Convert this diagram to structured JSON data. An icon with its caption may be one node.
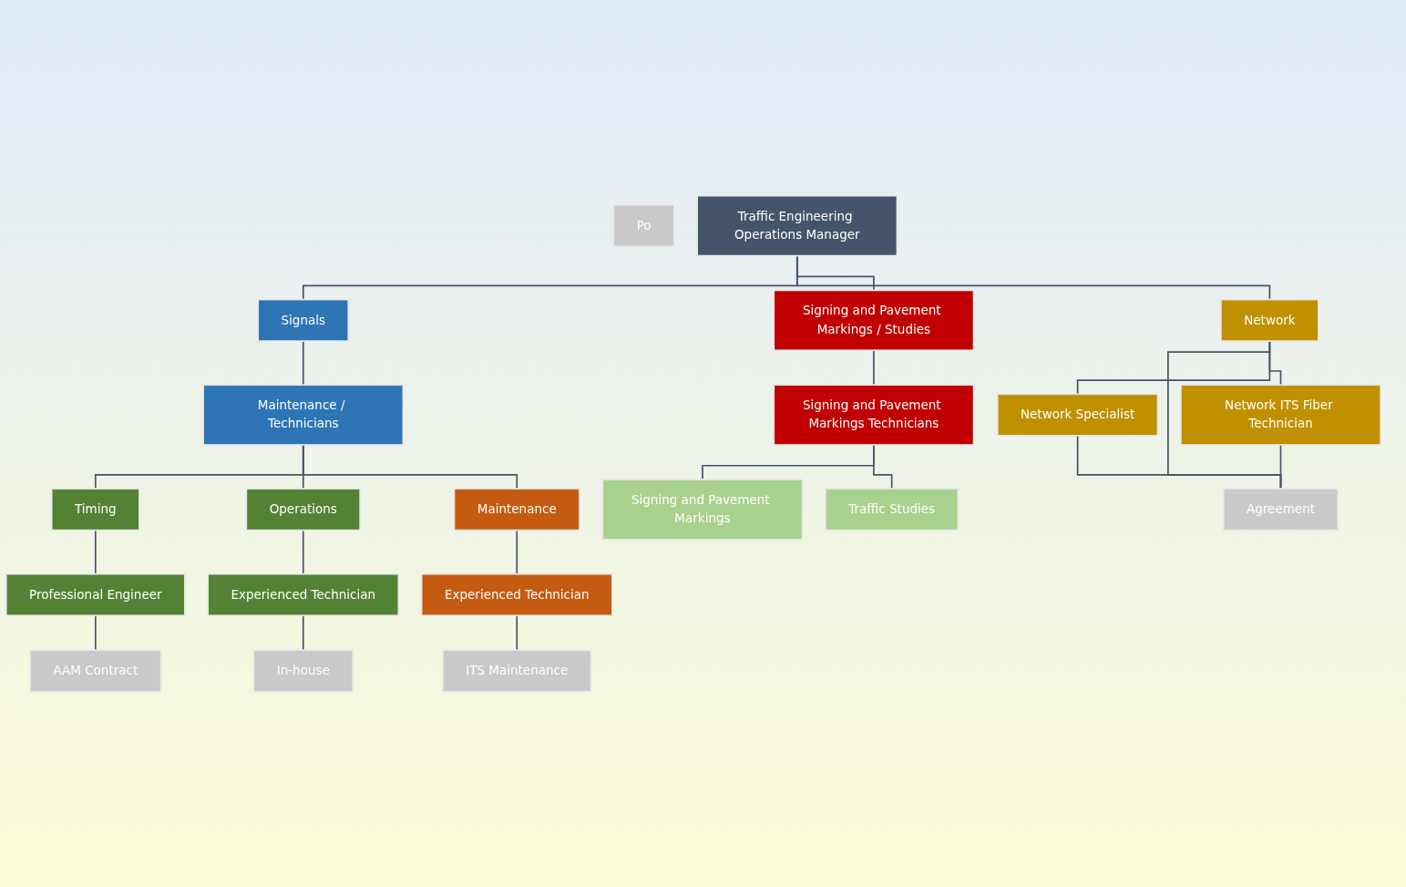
{
  "diagram": {
    "nodes": [
      {
        "text": [
          "Traffic Engineering Operations Manager"
        ]
      },
      {
        "text": [
          "Signals"
        ]
      },
      {
        "text": [
          "Signing and Pavement Markings / Studies"
        ]
      },
      {
        "text": [
          "Network"
        ]
      },
      {
        "text": [
          "Maintenance / Technicians"
        ]
      },
      {
        "text": [
          "Signing and Pavement Markings Technicians"
        ]
      },
      {
        "text": [
          "Network Specialist"
        ]
      },
      {
        "text": [
          "Network ITS Fiber Technician"
        ]
      },
      {
        "text": [
          "Timing"
        ]
      },
      {
        "text": [
          "Operations"
        ]
      },
      {
        "text": [
          "Maintenance"
        ]
      },
      {
        "text": [
          "Signing and Pavement Markings"
        ]
      },
      {
        "text": [
          "Agreement"
        ]
      },
      {
        "text": [
          "Professional Engineer"
        ]
      },
      {
        "text": [
          "Experienced Technician"
        ]
      },
      {
        "text": [
          "Experienced Technician"
        ]
      },
      {
        "text": [
          "Traffic Studies"
        ]
      },
      {
        "text": [
          "AAM Contract"
        ]
      },
      {
        "text": [
          "In-house"
        ]
      },
      {
        "text": [
          "ITS Maintenance"
        ]
      },
      {
        "text": [
          "Po"
        ]
      }
    ],
    "edges": [
      {
        "from": 0,
        "to": 1,
        "arrow": "none"
      },
      {
        "from": 0,
        "to": 2,
        "arrow": "none"
      },
      {
        "from": 0,
        "to": 3,
        "arrow": "none"
      },
      {
        "from": 1,
        "to": 4,
        "arrow": "none"
      },
      {
        "from": 2,
        "to": 5,
        "arrow": "none"
      },
      {
        "from": 3,
        "to": 6,
        "arrow": "none"
      },
      {
        "from": 3,
        "to": 7,
        "arrow": "none"
      },
      {
        "from": 3,
        "to": 12,
        "arrow": "none"
      },
      {
        "from": 6,
        "to": 12,
        "arrow": "none"
      },
      {
        "from": 7,
        "to": 12,
        "arrow": "none"
      },
      {
        "from": 4,
        "to": 8,
        "arrow": "none"
      },
      {
        "from": 4,
        "to": 9,
        "arrow": "none"
      },
      {
        "from": 4,
        "to": 10,
        "arrow": "none"
      },
      {
        "from": 5,
        "to": 11,
        "arrow": "none"
      },
      {
        "from": 5,
        "to": 16,
        "arrow": "none"
      },
      {
        "from": 8,
        "to": 13,
        "arrow": "none"
      },
      {
        "from": 9,
        "to": 14,
        "arrow": "none"
      },
      {
        "from": 10,
        "to": 15,
        "arrow": "none"
      },
      {
        "from": 13,
        "to": 17,
        "arrow": "none"
      },
      {
        "from": 14,
        "to": 18,
        "arrow": "none"
      },
      {
        "from": 15,
        "to": 19,
        "arrow": "none"
      }
    ]
  }
}
